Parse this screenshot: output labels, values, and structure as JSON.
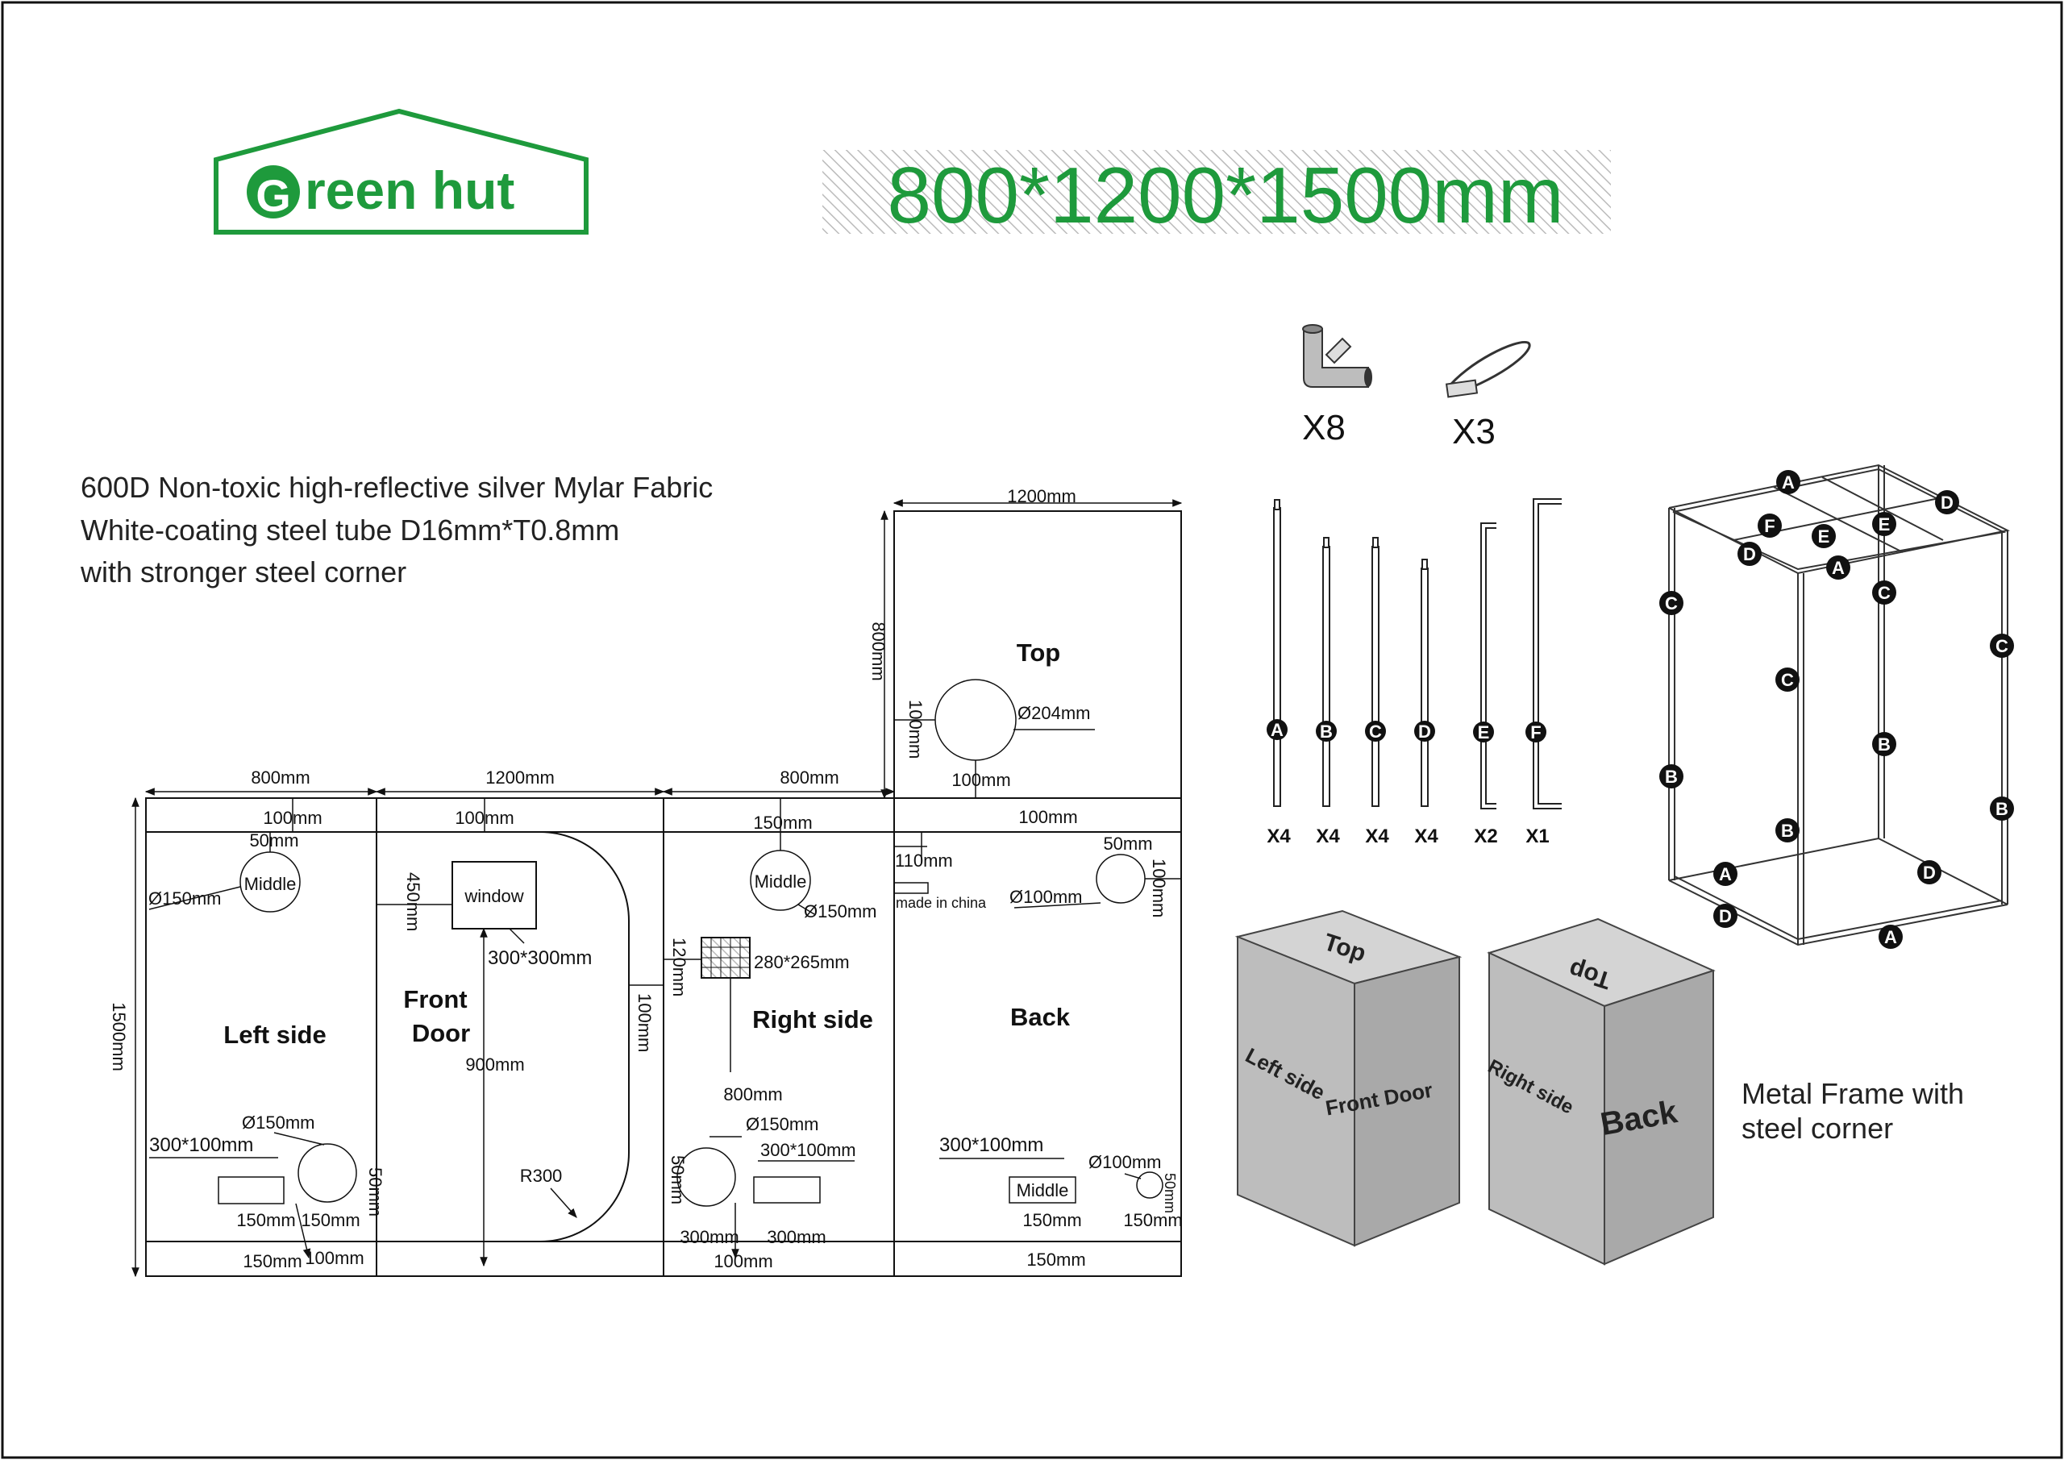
{
  "brand": {
    "letter": "G",
    "rest": "reen hut",
    "color": "#1e9a3c"
  },
  "title": {
    "text": "800*1200*1500mm",
    "color": "#1e9a3c"
  },
  "spec_lines": [
    "600D Non-toxic high-reflective silver Mylar Fabric",
    "White-coating steel tube D16mm*T0.8mm",
    "with stronger steel corner"
  ],
  "parts": {
    "corner_qty": "X8",
    "strap_qty": "X3",
    "tubes": [
      {
        "letter": "A",
        "qty": "X4"
      },
      {
        "letter": "B",
        "qty": "X4"
      },
      {
        "letter": "C",
        "qty": "X4"
      },
      {
        "letter": "D",
        "qty": "X4"
      },
      {
        "letter": "E",
        "qty": "X2"
      },
      {
        "letter": "F",
        "qty": "X1"
      }
    ]
  },
  "frame_caption": [
    "Metal Frame with",
    "steel corner"
  ],
  "panels": {
    "left": {
      "name": "Left side",
      "width": "800mm",
      "height": "1500mm",
      "labels": [
        "100mm",
        "50mm",
        "Middle",
        "150mm",
        "150mm",
        "300*100mm",
        "50mm",
        "150mm",
        "150mm",
        "150mm",
        "100mm"
      ]
    },
    "front": {
      "name_1": "Front",
      "name_2": "Door",
      "width": "1200mm",
      "window": "window",
      "window_size": "300*300mm",
      "labels": [
        "100mm",
        "450mm",
        "900mm",
        "R300",
        "100mm"
      ]
    },
    "right": {
      "name": "Right side",
      "width": "800mm",
      "labels": [
        "150mm",
        "Middle",
        "150mm",
        "120mm",
        "280*265mm",
        "800mm",
        "150mm",
        "300*100mm",
        "50mm",
        "300mm",
        "300mm",
        "100mm"
      ]
    },
    "top": {
      "name": "Top",
      "width": "1200mm",
      "height": "800mm",
      "labels": [
        "100mm",
        "204mm",
        "100mm"
      ]
    },
    "back": {
      "name": "Back",
      "labels": [
        "100mm",
        "110mm",
        "made in china",
        "50mm",
        "100mm",
        "100mm",
        "300*100mm",
        "Middle",
        "100mm",
        "50mm",
        "150mm",
        "150mm",
        "150mm"
      ]
    }
  },
  "boxes": {
    "left_box": {
      "top": "Top",
      "side": "Left side",
      "front": "Front Door"
    },
    "right_box": {
      "top": "Top",
      "side": "Right side",
      "front": "Back"
    }
  },
  "frame_letters": [
    "A",
    "A",
    "A",
    "A",
    "B",
    "B",
    "B",
    "B",
    "C",
    "C",
    "C",
    "C",
    "D",
    "D",
    "D",
    "D",
    "E",
    "E",
    "F"
  ],
  "phi": "Ø"
}
